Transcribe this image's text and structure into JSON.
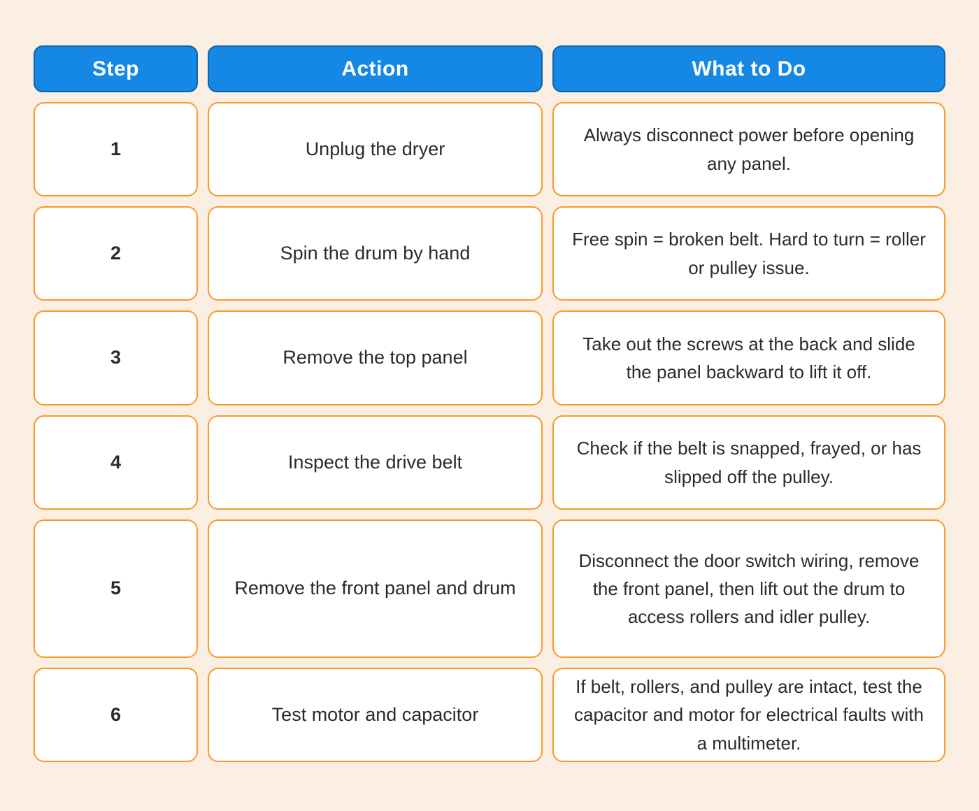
{
  "colors": {
    "page_bg": "#FBEEE2",
    "header_bg": "#1588E5",
    "header_border": "#0F64AC",
    "header_text": "#FFFFFF",
    "cell_bg": "#FFFFFF",
    "cell_border": "#F89A2B",
    "body_text": "#2B2B2B"
  },
  "table": {
    "columns": [
      {
        "label": "Step"
      },
      {
        "label": "Action"
      },
      {
        "label": "What to Do"
      }
    ],
    "rows": [
      {
        "step": "1",
        "action": "Unplug the dryer",
        "what": "Always disconnect power before opening any panel."
      },
      {
        "step": "2",
        "action": "Spin the drum by hand",
        "what": "Free spin = broken belt. Hard to turn = roller or pulley issue."
      },
      {
        "step": "3",
        "action": "Remove the top panel",
        "what": "Take out the screws at the back and slide the panel backward to lift it off."
      },
      {
        "step": "4",
        "action": "Inspect the drive belt",
        "what": "Check if the belt is snapped, frayed, or has slipped off the pulley."
      },
      {
        "step": "5",
        "action": "Remove the front panel and drum",
        "what": "Disconnect the door switch wiring, remove the front panel, then lift out the drum to access rollers and idler pulley."
      },
      {
        "step": "6",
        "action": "Test motor and capacitor",
        "what": "If belt, rollers, and pulley are intact, test the capacitor and motor for electrical faults with a multimeter."
      }
    ]
  }
}
